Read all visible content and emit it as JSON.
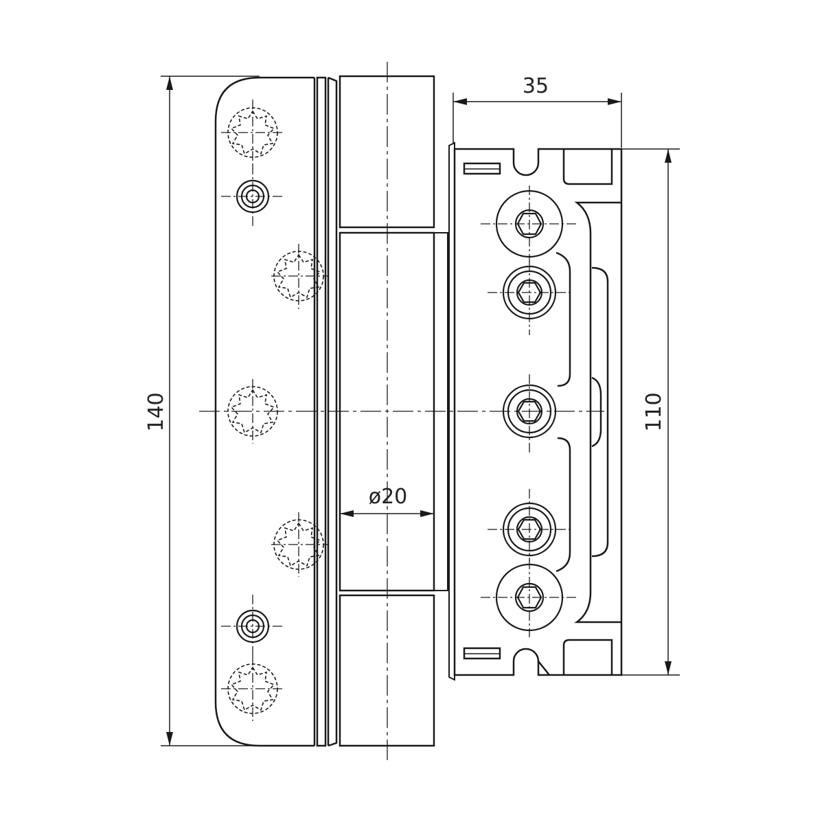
{
  "dimensions": {
    "overall_height": "140",
    "width": "35",
    "fixing_height": "110",
    "pin_diameter": "ø20"
  },
  "colors": {
    "line": "#1a1a1a",
    "background": "#ffffff"
  }
}
